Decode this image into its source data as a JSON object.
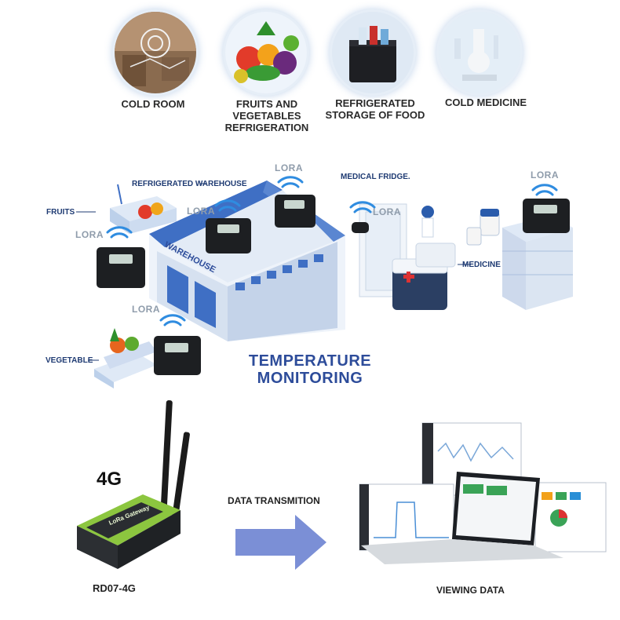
{
  "applications": [
    {
      "id": "cold-room",
      "label": "COLD ROOM"
    },
    {
      "id": "fruits-veg",
      "label": "FRUITS AND\nVEGETABLES\nREFRIGERATION"
    },
    {
      "id": "food-storage",
      "label": "REFRIGERATED\nSTORAGE OF FOOD"
    },
    {
      "id": "cold-medicine",
      "label": "COLD MEDICINE"
    }
  ],
  "scene": {
    "lora_label": "LORA",
    "warehouse_label": "REFRIGERATED WAREHOUSE",
    "warehouse_sign": "WAREHOUSE",
    "medical_fridge_label": "MEDICAL FRIDGE.",
    "fruits_label": "FRUITS",
    "medicine_label": "MEDICINE",
    "vegetable_label": "VEGETABLE",
    "title_line1": "TEMPERATURE",
    "title_line2": "MONITORING"
  },
  "gateway": {
    "badge": "4G",
    "model": "RD07-4G",
    "brand_text": "LoRa Gateway"
  },
  "transmission": {
    "label": "DATA TRANSMITION",
    "viewing_label": "VIEWING DATA"
  },
  "colors": {
    "title": "#2d4c9a",
    "arrow": "#7b8fd6",
    "gateway_green": "#8cc63f",
    "roof_blue": "#3f6fc4",
    "wifi": "#2f8ce0"
  }
}
